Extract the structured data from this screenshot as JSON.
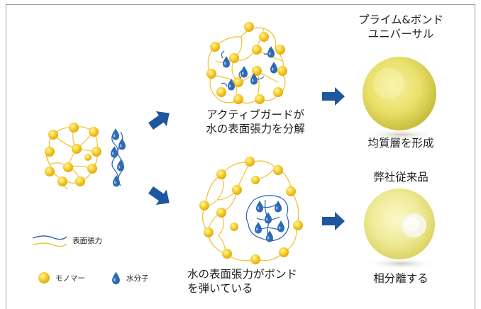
{
  "colors": {
    "monomer": "#f5c51c",
    "monomer_highlight": "#fff3a0",
    "water": "#2f6ab5",
    "bond_line": "#f0c43a",
    "tension_line": "#2a63b0",
    "arrow": "#1e56a0",
    "frame": "#9a9a9a"
  },
  "icons": {
    "monomer": "yellow-circle-icon",
    "water": "blue-droplet-icon",
    "arrow": "blue-arrow-icon"
  },
  "captions": {
    "active_guard_line1": "アクティブガードが",
    "active_guard_line2": "水の表面張力を分解",
    "tension_repels_line1": "水の表面張力がボンド",
    "tension_repels_line2": "を弾いている"
  },
  "products": {
    "top": {
      "name_line1": "プライム&ボンド",
      "name_line2": "ユニバーサル",
      "result": "均質層を形成"
    },
    "bottom": {
      "name": "弊社従来品",
      "result": "相分離する"
    }
  },
  "legend": {
    "surface_tension": "表面張力",
    "monomer": "モノマー",
    "water_molecule": "水分子"
  }
}
